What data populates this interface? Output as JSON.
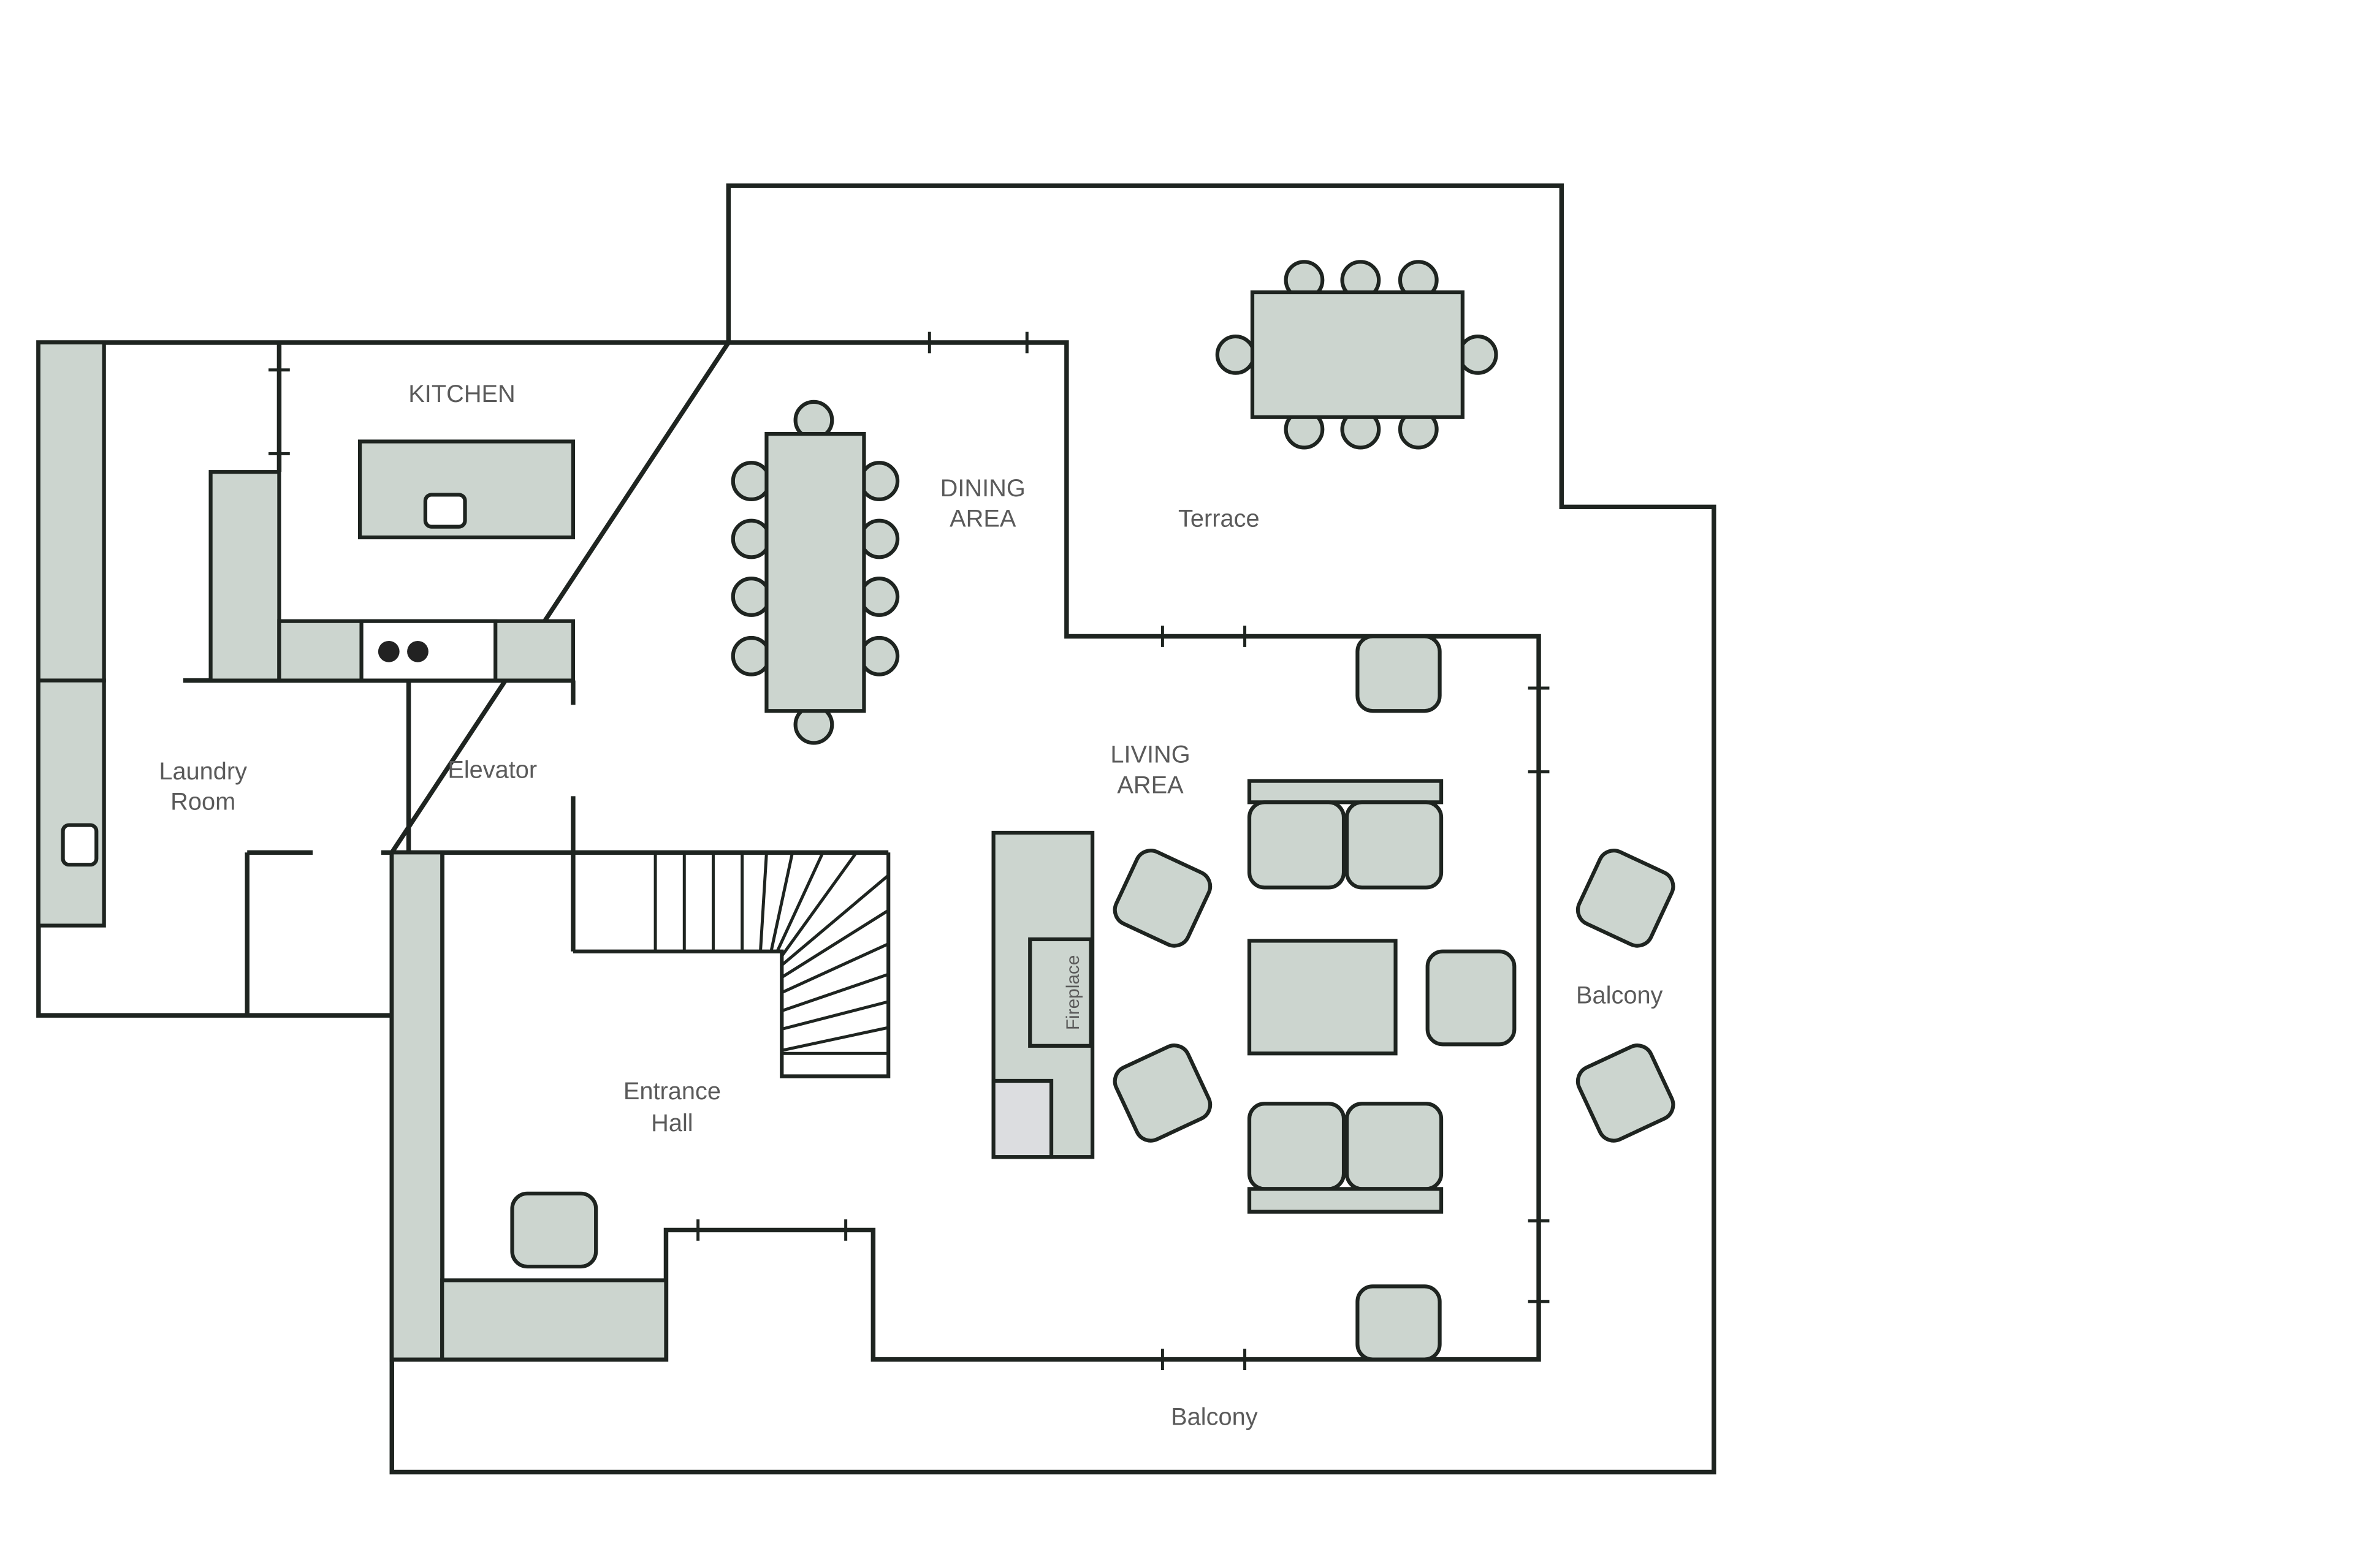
{
  "colors": {
    "floor": "#dcdde0",
    "outdoor": "#c8e2c8",
    "furniture": "#ccd5cf",
    "wall": "#1e2420"
  },
  "rooms": {
    "kitchen": "KITCHEN",
    "dining": [
      "DINING",
      "AREA"
    ],
    "terrace": "Terrace",
    "laundry": [
      "Laundry",
      "Room"
    ],
    "elevator": "Elevator",
    "living": [
      "LIVING",
      "AREA"
    ],
    "fireplace": "Fireplace",
    "entrance": [
      "Entrance",
      "Hall"
    ],
    "balcony_east": "Balcony",
    "balcony_south": "Balcony"
  }
}
